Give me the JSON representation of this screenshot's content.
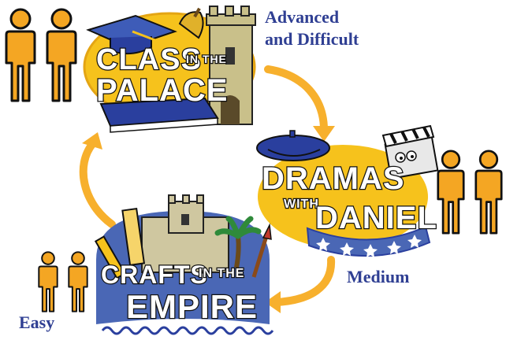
{
  "levels": [
    {
      "logo_lines": [
        "CLASS",
        "IN THE",
        "PALACE"
      ],
      "difficulty": "Advanced and Difficult",
      "difficulty_lines": [
        "Advanced",
        "and Difficult"
      ],
      "people_count": 2
    },
    {
      "logo_lines": [
        "DRAMAS",
        "WITH",
        "DANIEL"
      ],
      "difficulty": "Medium",
      "people_count": 2
    },
    {
      "logo_lines": [
        "CRAFTS",
        "IN THE",
        "EMPIRE"
      ],
      "difficulty": "Easy",
      "people_count": 2
    }
  ],
  "colors": {
    "label_blue": "#2f3f93",
    "arrow_orange": "#f7b02d",
    "person_orange": "#f4a623",
    "logo_yellow": "#f6c21c",
    "logo_blue": "#4a67b5"
  },
  "icons": [
    "person-icon",
    "graduation-cap-icon",
    "bell-icon",
    "castle-tower-icon",
    "book-icon",
    "beret-icon",
    "clapperboard-icon",
    "ruler-icon",
    "pencil-icon",
    "paintbrush-icon",
    "palm-tree-icon",
    "castle-icon"
  ]
}
